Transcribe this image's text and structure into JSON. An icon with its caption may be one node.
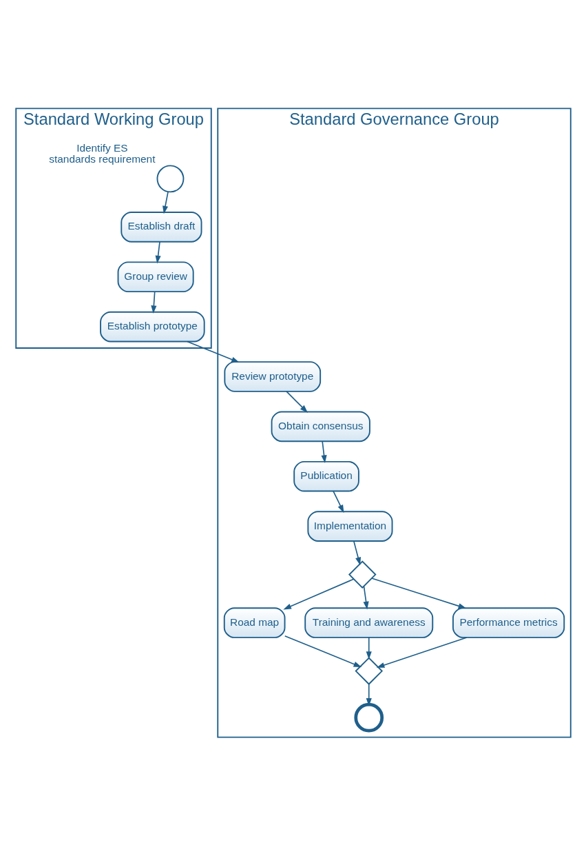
{
  "diagram": {
    "nodes": [
      {
        "text": [
          "Standard Working Group"
        ]
      },
      {
        "text": [
          "Standard Governance Group"
        ]
      },
      {
        "text": [],
        "shape": "circle",
        "beside": [
          "Identify ES standards requirement"
        ],
        "in": 0
      },
      {
        "text": [
          "Establish draft"
        ],
        "in": 0
      },
      {
        "text": [
          "Group review"
        ],
        "in": 0
      },
      {
        "text": [
          "Establish prototype"
        ],
        "in": 0
      },
      {
        "text": [
          "Review prototype"
        ],
        "in": 1
      },
      {
        "text": [
          "Obtain consensus"
        ],
        "in": 1
      },
      {
        "text": [
          "Publication"
        ],
        "in": 1
      },
      {
        "text": [
          "Implementation"
        ],
        "in": 1
      },
      {
        "text": [],
        "shape": "diamond",
        "in": 1
      },
      {
        "text": [
          "Road map"
        ],
        "in": 1
      },
      {
        "text": [
          "Training and awareness"
        ],
        "in": 1
      },
      {
        "text": [
          "Performance metrics"
        ],
        "in": 1
      },
      {
        "text": [],
        "shape": "diamond",
        "in": 1
      },
      {
        "text": [],
        "shape": "circle",
        "in": 1
      }
    ],
    "edges": [
      {
        "from": 2,
        "to": 3,
        "arrow": "to"
      },
      {
        "from": 3,
        "to": 4,
        "arrow": "to"
      },
      {
        "from": 4,
        "to": 5,
        "arrow": "to"
      },
      {
        "from": 5,
        "to": 6,
        "arrow": "to"
      },
      {
        "from": 6,
        "to": 7,
        "arrow": "to"
      },
      {
        "from": 7,
        "to": 8,
        "arrow": "to"
      },
      {
        "from": 8,
        "to": 9,
        "arrow": "to"
      },
      {
        "from": 9,
        "to": 10,
        "arrow": "to"
      },
      {
        "from": 10,
        "to": 11,
        "arrow": "to"
      },
      {
        "from": 10,
        "to": 12,
        "arrow": "to"
      },
      {
        "from": 10,
        "to": 13,
        "arrow": "to"
      },
      {
        "from": 11,
        "to": 14,
        "arrow": "to"
      },
      {
        "from": 12,
        "to": 14,
        "arrow": "to"
      },
      {
        "from": 13,
        "to": 14,
        "arrow": "to"
      },
      {
        "from": 14,
        "to": 15,
        "arrow": "to"
      }
    ]
  }
}
